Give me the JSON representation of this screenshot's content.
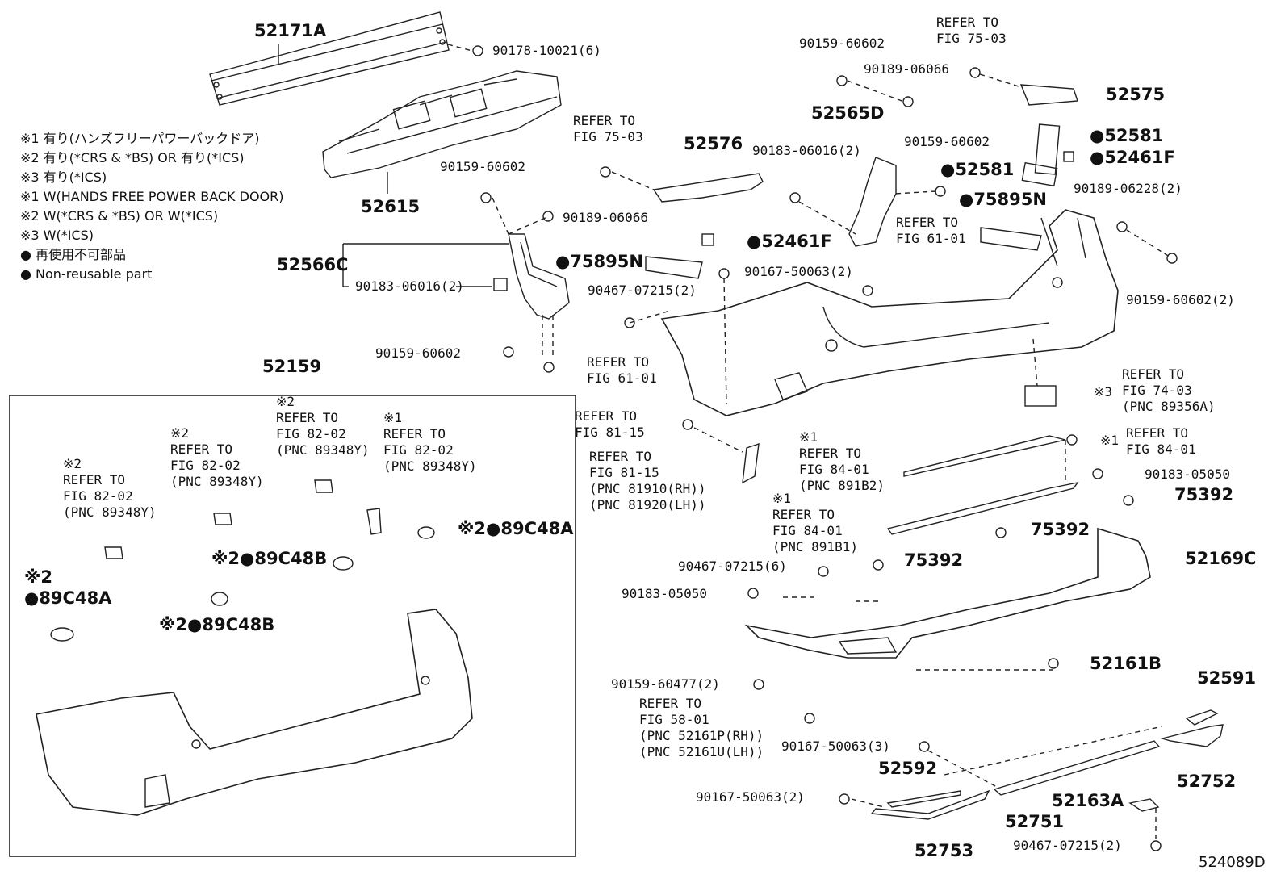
{
  "diagram_code": "524089D",
  "notes": [
    "※1 有り(ハンズフリーパワーバックドア)",
    "※2 有り(*CRS & *BS) OR 有り(*ICS)",
    "※3 有り(*ICS)",
    "※1 W(HANDS FREE POWER BACK DOOR)",
    "※2 W(*CRS & *BS) OR W(*ICS)",
    "※3 W(*ICS)",
    "● 再使用不可部品",
    "● Non-reusable part"
  ],
  "labels": [
    {
      "id": "p52171a",
      "text": "52171A",
      "big": true
    },
    {
      "id": "p90178",
      "text": "90178-10021(6)"
    },
    {
      "id": "p52615",
      "text": "52615",
      "big": true
    },
    {
      "id": "p90159a",
      "text": "90159-60602"
    },
    {
      "id": "p90189a",
      "text": "90189-06066"
    },
    {
      "id": "p52566c",
      "text": "52566C",
      "big": true
    },
    {
      "id": "p90183a",
      "text": "90183-06016(2)"
    },
    {
      "id": "p90159b",
      "text": "90159-60602"
    },
    {
      "id": "r6101a",
      "text": "REFER TO\nFIG 61-01"
    },
    {
      "id": "r7503a",
      "text": "REFER TO\nFIG 75-03"
    },
    {
      "id": "p52576",
      "text": "52576",
      "big": true
    },
    {
      "id": "p75895a",
      "text": "●75895N",
      "big": true
    },
    {
      "id": "p90167a",
      "text": "90167-50063(2)"
    },
    {
      "id": "p90467a",
      "text": "90467-07215(2)"
    },
    {
      "id": "p52461fa",
      "text": "●52461F",
      "big": true
    },
    {
      "id": "p90159c",
      "text": "90159-60602"
    },
    {
      "id": "p90189b",
      "text": "90189-06066"
    },
    {
      "id": "p52565d",
      "text": "52565D",
      "big": true
    },
    {
      "id": "p90183b",
      "text": "90183-06016(2)"
    },
    {
      "id": "p90159d",
      "text": "90159-60602"
    },
    {
      "id": "p52581a",
      "text": "●52581",
      "big": true
    },
    {
      "id": "r6101b",
      "text": "REFER TO\nFIG 61-01"
    },
    {
      "id": "r7503b",
      "text": "REFER TO\nFIG 75-03"
    },
    {
      "id": "p52575",
      "text": "52575",
      "big": true
    },
    {
      "id": "p52581b",
      "text": "●52581",
      "big": true
    },
    {
      "id": "p52461fb",
      "text": "●52461F",
      "big": true
    },
    {
      "id": "p75895b",
      "text": "●75895N",
      "big": true
    },
    {
      "id": "p90189c",
      "text": "90189-06228(2)"
    },
    {
      "id": "p90159e",
      "text": "90159-60602(2)"
    },
    {
      "id": "r7403",
      "text": "REFER TO\nFIG 74-03\n(PNC 89356A)"
    },
    {
      "id": "m3",
      "text": "※3"
    },
    {
      "id": "p52159",
      "text": "52159",
      "big": true
    },
    {
      "id": "r8115a",
      "text": "REFER TO\nFIG 81-15"
    },
    {
      "id": "r8115b",
      "text": "REFER TO\nFIG 81-15\n(PNC 81910(RH))\n(PNC 81920(LH))"
    },
    {
      "id": "r8401a",
      "text": "※1\nREFER TO\nFIG 84-01\n(PNC 891B2)"
    },
    {
      "id": "r8401b",
      "text": "REFER TO\nFIG 84-01"
    },
    {
      "id": "m1b",
      "text": "※1"
    },
    {
      "id": "p90183c",
      "text": "90183-05050"
    },
    {
      "id": "p75392a",
      "text": "75392",
      "big": true
    },
    {
      "id": "r8401c",
      "text": "※1\nREFER TO\nFIG 84-01\n(PNC 891B1)"
    },
    {
      "id": "p75392b",
      "text": "75392",
      "big": true
    },
    {
      "id": "p90467b",
      "text": "90467-07215(6)"
    },
    {
      "id": "p75392c",
      "text": "75392",
      "big": true
    },
    {
      "id": "p52169c",
      "text": "52169C",
      "big": true
    },
    {
      "id": "p90183d",
      "text": "90183-05050"
    },
    {
      "id": "p90159f",
      "text": "90159-60477(2)"
    },
    {
      "id": "p52161b",
      "text": "52161B",
      "big": true
    },
    {
      "id": "r5801",
      "text": "REFER TO\nFIG 58-01\n(PNC 52161P(RH))\n(PNC 52161U(LH))"
    },
    {
      "id": "p52591",
      "text": "52591",
      "big": true
    },
    {
      "id": "p90167b",
      "text": "90167-50063(3)"
    },
    {
      "id": "p52752",
      "text": "52752",
      "big": true
    },
    {
      "id": "p52592",
      "text": "52592",
      "big": true
    },
    {
      "id": "p90167c",
      "text": "90167-50063(2)"
    },
    {
      "id": "p52163a",
      "text": "52163A",
      "big": true
    },
    {
      "id": "p52751",
      "text": "52751",
      "big": true
    },
    {
      "id": "p52753",
      "text": "52753",
      "big": true
    },
    {
      "id": "p90467c",
      "text": "90467-07215(2)"
    },
    {
      "id": "r8202a",
      "text": "※2\nREFER TO\nFIG 82-02\n(PNC 89348Y)"
    },
    {
      "id": "r8202b",
      "text": "※2\nREFER TO\nFIG 82-02\n(PNC 89348Y)"
    },
    {
      "id": "r8202c",
      "text": "※2\nREFER TO\nFIG 82-02\n(PNC 89348Y)"
    },
    {
      "id": "r8202d",
      "text": "※1\nREFER TO\nFIG 82-02\n(PNC 89348Y)"
    },
    {
      "id": "p89c48aa",
      "text": "※2●89C48A",
      "big": true
    },
    {
      "id": "p89c48ba",
      "text": "※2●89C48B",
      "big": true
    },
    {
      "id": "p89c48ab",
      "text": "※2\n●89C48A",
      "big": true
    },
    {
      "id": "p89c48bb",
      "text": "※2●89C48B",
      "big": true
    }
  ]
}
